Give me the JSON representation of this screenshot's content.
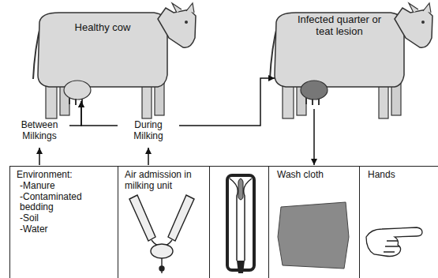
{
  "diagram": {
    "nodes": [
      {
        "text": [
          "Healthy cow"
        ]
      },
      {
        "text": [
          "Infected quarter or teat lesion"
        ]
      },
      {
        "text": [
          "Between Milkings"
        ]
      },
      {
        "text": [
          "During Milking"
        ]
      },
      {
        "text": [
          "Environment:",
          "-Manure",
          "-Contaminated bedding",
          "-Soil",
          "-Water"
        ]
      },
      {
        "text": [
          "Air admission in milking unit"
        ]
      },
      {
        "text": [
          "Wash cloth"
        ]
      },
      {
        "text": [
          "Hands"
        ]
      }
    ],
    "edges": [
      {
        "from": 2,
        "to": 0,
        "arrow": "to"
      },
      {
        "from": 3,
        "to": 0,
        "arrow": "to"
      },
      {
        "from": 3,
        "to": 1,
        "arrow": "to"
      },
      {
        "from": 1,
        "to": 6,
        "arrow": "to"
      },
      {
        "from": 4,
        "to": 2,
        "arrow": "to"
      },
      {
        "from": 5,
        "to": 3,
        "arrow": "to"
      }
    ]
  }
}
